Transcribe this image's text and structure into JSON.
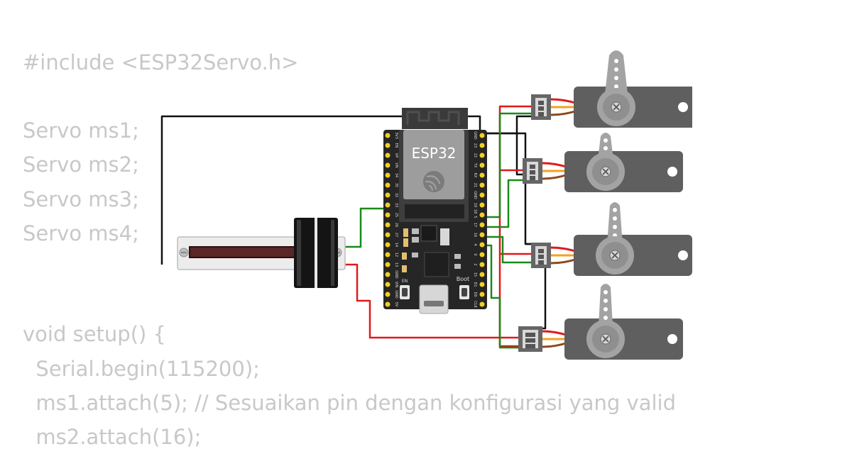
{
  "code_lines": [
    "#include <ESP32Servo.h>",
    "Servo ms1;",
    "Servo ms2;",
    "Servo ms3;",
    "Servo ms4;",
    "void setup() {",
    "  Serial.begin(115200);",
    "  ms1.attach(5); // Sesuaikan pin dengan konfigurasi yang valid",
    "  ms2.attach(16);"
  ],
  "board": {
    "label": "ESP32",
    "boot_label": "Boot",
    "en_label": "EN",
    "left_pins": [
      "3V3",
      "EN",
      "VP",
      "VN",
      "34",
      "35",
      "32",
      "33",
      "25",
      "26",
      "27",
      "14",
      "12",
      "13",
      "GND",
      "VIN"
    ],
    "right_pins": [
      "GND",
      "23",
      "22",
      "TX",
      "RX",
      "21",
      "GND",
      "19",
      "18",
      "5",
      "17",
      "16",
      "4",
      "0",
      "2",
      "15",
      "D1",
      "D0",
      "CLK"
    ],
    "bottom_left": [
      "GND",
      "5V"
    ]
  },
  "colors": {
    "code_text": "#c8c8c8",
    "wire_black": "#111111",
    "wire_red": "#e0191b",
    "wire_green": "#1a8a1a",
    "servo_body": "#5f5f5f",
    "servo_horn": "#a3a3a3",
    "board": "#262626",
    "pin": "#f2d022"
  },
  "icons": [
    "espressif-logo-icon",
    "servo-screw-icon"
  ]
}
